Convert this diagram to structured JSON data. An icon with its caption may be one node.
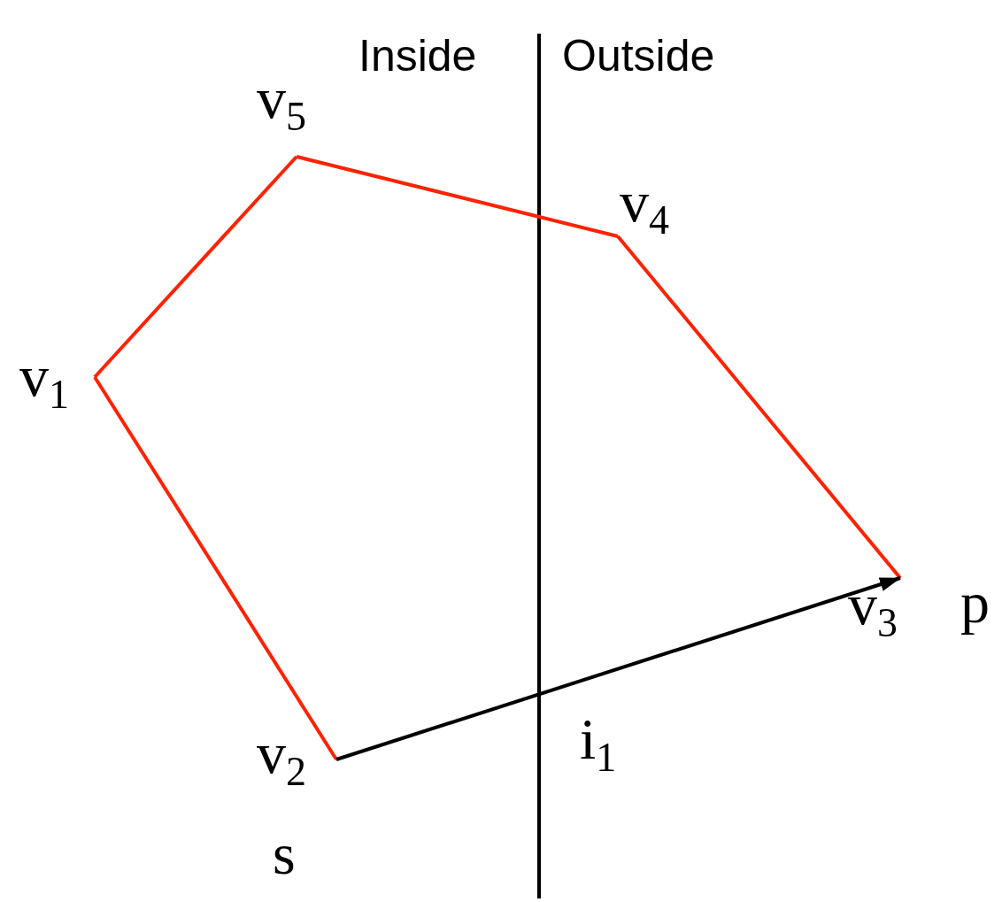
{
  "diagram": {
    "nodes": [
      {
        "text": [
          "v$_{5}$"
        ]
      },
      {
        "text": [
          "v$_{4}$"
        ]
      },
      {
        "text": [
          "v$_{1}$"
        ]
      },
      {
        "text": [
          "v$_{3}$"
        ]
      },
      {
        "text": [
          "v$_{2}$"
        ]
      }
    ],
    "edges": [
      {
        "from": 2,
        "to": 0,
        "arrow": "none"
      },
      {
        "from": 0,
        "to": 1,
        "arrow": "none"
      },
      {
        "from": 1,
        "to": 3,
        "arrow": "none"
      },
      {
        "from": 4,
        "to": 2,
        "arrow": "none"
      },
      {
        "from": 4,
        "to": 3,
        "arrow": "to",
        "color": "#000000"
      }
    ],
    "labels": [
      "Inside",
      "Outside",
      "p",
      "i$_{1}$",
      "s"
    ]
  }
}
